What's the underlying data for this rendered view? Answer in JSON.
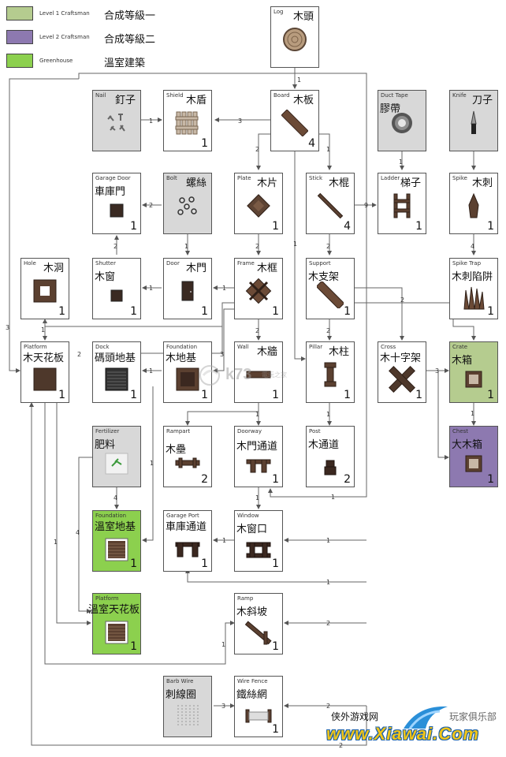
{
  "legend": [
    {
      "en": "Level 1 Craftsman",
      "zh": "合成等級一",
      "color": "#b5cc8f"
    },
    {
      "en": "Level 2 Craftsman",
      "zh": "合成等級二",
      "color": "#8d79b0"
    },
    {
      "en": "Greenhouse",
      "zh": "溫室建築",
      "color": "#8cd04e"
    }
  ],
  "nodes": {
    "log": {
      "en": "Log",
      "zh": "木頭",
      "count": ""
    },
    "nail": {
      "en": "Nail",
      "zh": "釘子",
      "count": ""
    },
    "shield": {
      "en": "Shield",
      "zh": "木盾",
      "count": "1"
    },
    "board": {
      "en": "Board",
      "zh": "木板",
      "count": "4"
    },
    "ducttape": {
      "en": "Duct Tape",
      "zh": "膠帶",
      "count": ""
    },
    "knife": {
      "en": "Knife",
      "zh": "刀子",
      "count": ""
    },
    "garagedoor": {
      "en": "Garage Door",
      "zh": "車庫門",
      "count": "1"
    },
    "bolt": {
      "en": "Bolt",
      "zh": "螺絲",
      "count": ""
    },
    "plate": {
      "en": "Plate",
      "zh": "木片",
      "count": "1"
    },
    "stick": {
      "en": "Stick",
      "zh": "木棍",
      "count": "4"
    },
    "ladder": {
      "en": "Ladder",
      "zh": "梯子",
      "count": "1"
    },
    "spike": {
      "en": "Spike",
      "zh": "木刺",
      "count": "1"
    },
    "hole": {
      "en": "Hole",
      "zh": "木洞",
      "count": "1"
    },
    "shutter": {
      "en": "Shutter",
      "zh": "木窗",
      "count": "1"
    },
    "door": {
      "en": "Door",
      "zh": "木門",
      "count": "1"
    },
    "frame": {
      "en": "Frame",
      "zh": "木框",
      "count": "1"
    },
    "support": {
      "en": "Support",
      "zh": "木支架",
      "count": "1"
    },
    "spiketrap": {
      "en": "Spike Trap",
      "zh": "木刺陷阱",
      "count": "1"
    },
    "platform": {
      "en": "Platform",
      "zh": "木天花板",
      "count": "1"
    },
    "dock": {
      "en": "Dock",
      "zh": "碼頭地基",
      "count": "1"
    },
    "foundation": {
      "en": "Foundation",
      "zh": "木地基",
      "count": "1"
    },
    "wall": {
      "en": "Wall",
      "zh": "木牆",
      "count": "1"
    },
    "pillar": {
      "en": "Pillar",
      "zh": "木柱",
      "count": "1"
    },
    "cross": {
      "en": "Cross",
      "zh": "木十字架",
      "count": "1"
    },
    "crate": {
      "en": "Crate",
      "zh": "木箱",
      "count": "1"
    },
    "rampart": {
      "en": "Rampart",
      "zh": "木壘",
      "count": "2"
    },
    "doorway": {
      "en": "Doorway",
      "zh": "木門通道",
      "count": "1"
    },
    "post": {
      "en": "Post",
      "zh": "木通道",
      "count": "2"
    },
    "chest": {
      "en": "Chest",
      "zh": "大木箱",
      "count": "1"
    },
    "fertilizer": {
      "en": "Fertilizer",
      "zh": "肥料",
      "count": ""
    },
    "ghfoundation": {
      "en": "Foundation",
      "zh": "溫室地基",
      "count": "1"
    },
    "garageport": {
      "en": "Garage Port",
      "zh": "車庫通道",
      "count": "1"
    },
    "window": {
      "en": "Window",
      "zh": "木窗口",
      "count": "1"
    },
    "ghplatform": {
      "en": "Platform",
      "zh": "溫室天花板",
      "count": "1"
    },
    "ramp": {
      "en": "Ramp",
      "zh": "木斜坡",
      "count": "1"
    },
    "barbwire": {
      "en": "Barb Wire",
      "zh": "刺線圈",
      "count": ""
    },
    "wirefence": {
      "en": "Wire Fence",
      "zh": "鐵絲網",
      "count": "1"
    }
  },
  "edges": [
    {
      "from": "log",
      "to": "board",
      "qty": "1"
    },
    {
      "from": "nail",
      "to": "shield",
      "qty": "1"
    },
    {
      "from": "board",
      "to": "shield",
      "qty": "3"
    },
    {
      "from": "board",
      "to": "plate",
      "qty": "2"
    },
    {
      "from": "board",
      "to": "stick",
      "qty": "1"
    },
    {
      "from": "board",
      "to": "pillar",
      "qty": "1"
    },
    {
      "from": "ducttape",
      "to": "ladder",
      "qty": "1"
    },
    {
      "from": "knife",
      "to": "spike",
      "qty": ""
    },
    {
      "from": "bolt",
      "to": "garagedoor",
      "qty": "2"
    },
    {
      "from": "stick",
      "to": "ladder",
      "qty": "9"
    },
    {
      "from": "stick",
      "to": "support",
      "qty": "2"
    },
    {
      "from": "plate",
      "to": "frame",
      "qty": "2"
    },
    {
      "from": "spike",
      "to": "spiketrap",
      "qty": "4"
    },
    {
      "from": "shutter",
      "to": "garagedoor",
      "qty": "2"
    },
    {
      "from": "bolt",
      "to": "door",
      "qty": "1"
    },
    {
      "from": "door",
      "to": "shutter",
      "qty": "1"
    },
    {
      "from": "frame",
      "to": "door",
      "qty": "1"
    },
    {
      "from": "frame",
      "to": "hole",
      "qty": "1"
    },
    {
      "from": "frame",
      "to": "wall",
      "qty": "2"
    },
    {
      "from": "frame",
      "to": "foundation",
      "qty": "3"
    },
    {
      "from": "support",
      "to": "pillar",
      "qty": "2"
    },
    {
      "from": "support",
      "to": "cross",
      "qty": "2"
    },
    {
      "from": "hole",
      "to": "platform",
      "qty": "1"
    },
    {
      "from": "foundation",
      "to": "dock",
      "qty": "1"
    },
    {
      "from": "cross",
      "to": "crate",
      "qty": "3"
    },
    {
      "from": "crate",
      "to": "chest",
      "qty": "1"
    },
    {
      "from": "wall",
      "to": "rampart",
      "qty": "1"
    },
    {
      "from": "wall",
      "to": "doorway",
      "qty": "1"
    },
    {
      "from": "pillar",
      "to": "post",
      "qty": "1"
    },
    {
      "from": "fertilizer",
      "to": "ghfoundation",
      "qty": "4"
    },
    {
      "from": "doorway",
      "to": "window",
      "qty": "1"
    },
    {
      "from": "window",
      "to": "garageport",
      "qty": "1"
    },
    {
      "from": "barbwire",
      "to": "wirefence",
      "qty": "3"
    },
    {
      "from": "platform",
      "to": "ghplatform",
      "qty": "1"
    },
    {
      "from": "fertilizer",
      "to": "ghplatform",
      "qty": "4"
    },
    {
      "from": "foundation",
      "to": "ghfoundation",
      "qty": "1"
    },
    {
      "from": "platform",
      "to": "ramp",
      "qty": "1"
    },
    {
      "from": "support",
      "to": "ramp",
      "qty": "2"
    },
    {
      "from": "support",
      "to": "wirefence",
      "qty": "2"
    },
    {
      "from": "support",
      "to": "platform",
      "qty": "2"
    }
  ],
  "watermark": {
    "k73": "k73",
    "k73_sub": "電玩之家",
    "xiawai_cn": "侠外游戏网",
    "xiawai_club": "玩家俱乐部",
    "xiawai_url": "www.Xiawai.Com"
  }
}
